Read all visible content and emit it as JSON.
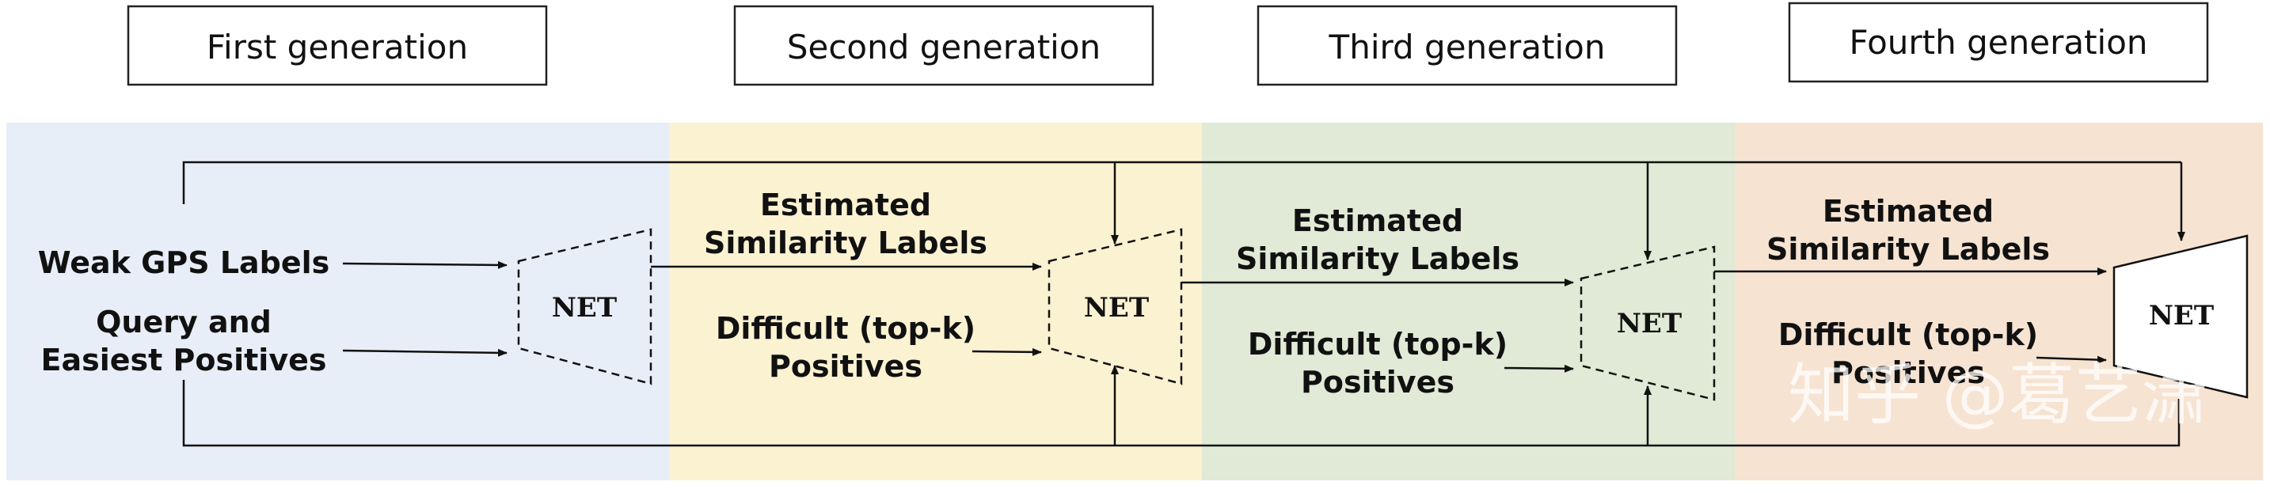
{
  "headers": {
    "gen1": "First generation",
    "gen2": "Second generation",
    "gen3": "Third generation",
    "gen4": "Fourth generation"
  },
  "colors": {
    "panel1": "#e8eef8",
    "panel2": "#fbf2d2",
    "panel3": "#e0ead6",
    "panel4": "#f6e3d1"
  },
  "gen1": {
    "weak_gps": "Weak GPS Labels",
    "query_line1": "Query and",
    "query_line2": "Easiest Positives",
    "net": "NET"
  },
  "gen2": {
    "est_line1": "Estimated",
    "est_line2": "Similarity Labels",
    "diff_line1": "Difficult (top-k)",
    "diff_line2": "Positives",
    "net": "NET"
  },
  "gen3": {
    "est_line1": "Estimated",
    "est_line2": "Similarity Labels",
    "diff_line1": "Difficult (top-k)",
    "diff_line2": "Positives",
    "net": "NET"
  },
  "gen4": {
    "est_line1": "Estimated",
    "est_line2": "Similarity Labels",
    "diff_line1": "Difficult (top-k)",
    "diff_line2": "Positives",
    "net": "NET"
  },
  "watermark": "知乎 @葛艺潇"
}
